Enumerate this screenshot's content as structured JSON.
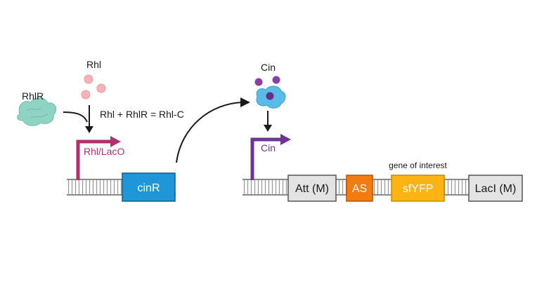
{
  "labels": {
    "rhlr": "RhlR",
    "rhl": "Rhl",
    "equation": "Rhl + RhlR = Rhl-C",
    "promoter_rhl": "Rhl/LacO",
    "cin_molecule": "Cin",
    "promoter_cin": "Cin",
    "gene_of_interest": "gene of interest"
  },
  "genes": {
    "cinr": "cinR",
    "att": "Att (M)",
    "as": "AS",
    "sfyfp": "sfYFP",
    "laci": "LacI (M)"
  },
  "colors": {
    "cinr": "#1e96d8",
    "as": "#f07c12",
    "sfyfp": "#fbb413",
    "grey_box": "#e3e3e3",
    "rhl_promoter": "#b0306e",
    "cin_promoter": "#6a3596",
    "rhlr_protein": "#8fd3c3",
    "rhl_molecule": "#f5b3b3",
    "cin_molecule": "#8a3fa6",
    "cin_receptor": "#5bbbe8"
  },
  "icons": {
    "rhlr_protein": "protein-blob-icon",
    "cin_complex": "receptor-complex-icon"
  }
}
